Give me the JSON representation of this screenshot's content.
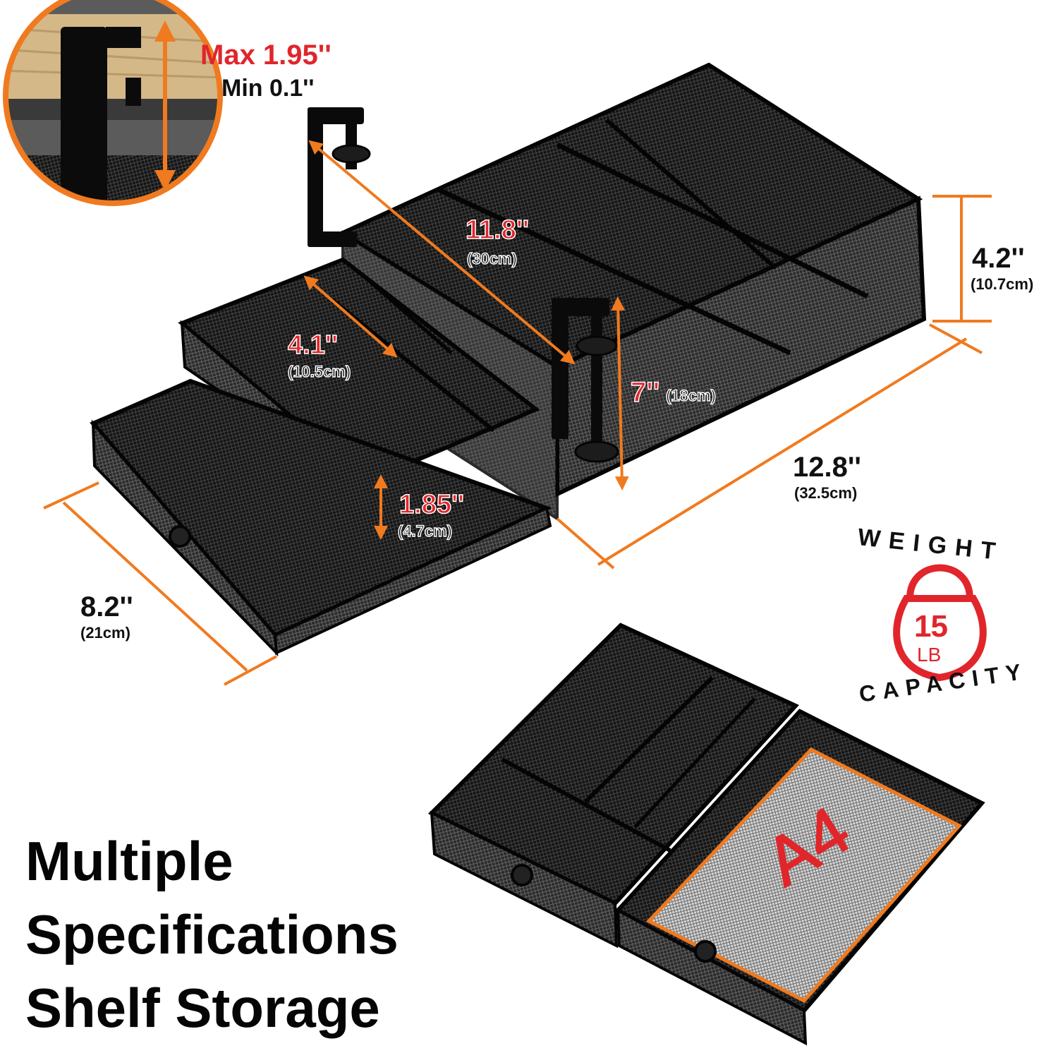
{
  "clamp": {
    "max": "Max 1.95''",
    "min": "Min 0.1''"
  },
  "dimensions": {
    "top_length": {
      "value": "11.8''",
      "metric": "(30cm)"
    },
    "drawer_depth": {
      "value": "4.1''",
      "metric": "(10.5cm)"
    },
    "clamp_height": {
      "value": "7''",
      "metric": "(18cm)"
    },
    "height": {
      "value": "4.2''",
      "metric": "(10.7cm)"
    },
    "length": {
      "value": "12.8''",
      "metric": "(32.5cm)"
    },
    "drawer_height": {
      "value": "1.85''",
      "metric": "(4.7cm)"
    },
    "width": {
      "value": "8.2''",
      "metric": "(21cm)"
    }
  },
  "badge": {
    "top": "WEIGHT",
    "number": "15",
    "unit": "LB",
    "bottom": "CAPACITY"
  },
  "paper_label": "A4",
  "headline": [
    "Multiple",
    "Specifications",
    "Shelf Storage"
  ],
  "colors": {
    "accent_orange": "#f07a1f",
    "accent_red": "#e0262b",
    "product": "#111111"
  }
}
